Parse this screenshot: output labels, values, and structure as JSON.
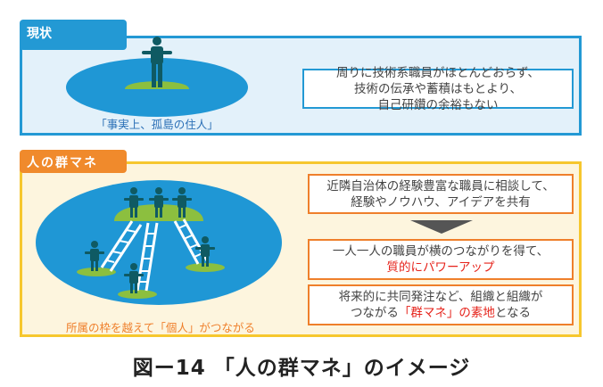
{
  "current": {
    "tab": "現状",
    "caption": "「事実上、孤島の住人」",
    "lines": [
      "周りに技術系職員がほとんどおらず、",
      "技術の伝承や蓄積はもとより、",
      "自己研鑽の余裕もない"
    ]
  },
  "future": {
    "tab": "人の群マネ",
    "caption": "所属の枠を越えて「個人」がつながる",
    "box1": [
      "近隣自治体の経験豊富な職員に相談して、",
      "経験やノウハウ、アイデアを共有"
    ],
    "box2": {
      "line1": "一人一人の職員が横のつながりを得て、",
      "line2_red": "質的にパワーアップ"
    },
    "box3": {
      "line1": "将来的に共同発注など、組織と組織が",
      "line2_a": "つながる",
      "line2_red": "「群マネ」の素地",
      "line2_b": "となる"
    }
  },
  "figure_title": "図ー14 「人の群マネ」のイメージ",
  "colors": {
    "blue": "#2399d4",
    "orange": "#ef7f2b",
    "yellow": "#f6c72e",
    "person": "#0f5a63",
    "island": "#8cbf3f"
  }
}
